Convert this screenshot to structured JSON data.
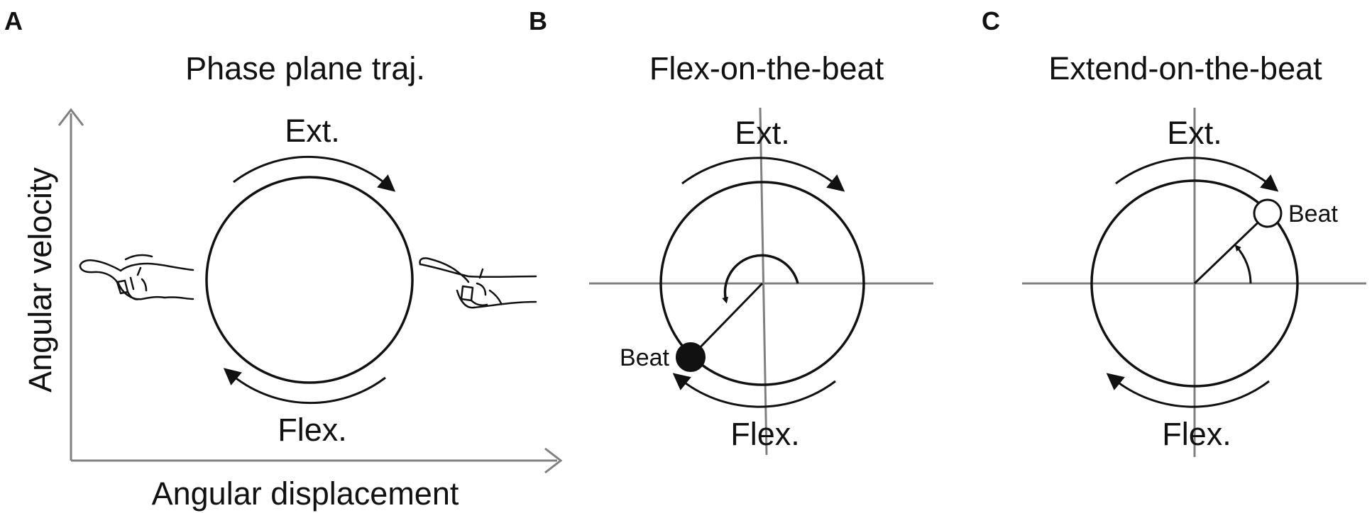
{
  "panels": {
    "a": {
      "letter": "A",
      "title": "Phase plane traj.",
      "ext_label": "Ext.",
      "flex_label": "Flex.",
      "x_axis_label": "Angular displacement",
      "y_axis_label": "Angular velocity"
    },
    "b": {
      "letter": "B",
      "title": "Flex-on-the-beat",
      "ext_label": "Ext.",
      "flex_label": "Flex.",
      "beat_label": "Beat"
    },
    "c": {
      "letter": "C",
      "title": "Extend-on-the-beat",
      "ext_label": "Ext.",
      "flex_label": "Flex.",
      "beat_label": "Beat"
    }
  },
  "colors": {
    "ink": "#111111",
    "axis_gray": "#808080"
  }
}
